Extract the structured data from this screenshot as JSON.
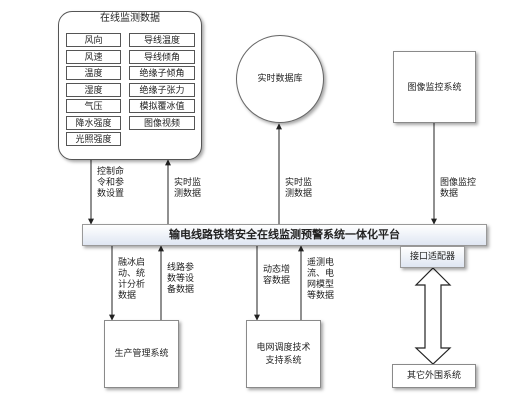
{
  "monitor_box": {
    "title": "在线监测数据",
    "items_left": [
      "风向",
      "风速",
      "温度",
      "湿度",
      "气压",
      "降水强度",
      "光照强度"
    ],
    "items_right": [
      "导线温度",
      "导线倾角",
      "绝缘子倾角",
      "绝缘子张力",
      "模拟覆冰值",
      "图像视频"
    ]
  },
  "realtime_db": {
    "label": "实时数据库"
  },
  "image_system": {
    "label": "图像监控系统"
  },
  "platform": {
    "label": "输电线路铁塔安全在线监测预警系统一体化平台"
  },
  "adapter": {
    "label": "接口适配器"
  },
  "production": {
    "label": "生产管理系统"
  },
  "grid_dispatch": {
    "label_line1": "电网调度技术",
    "label_line2": "支持系统"
  },
  "other_system": {
    "label": "其它外围系统"
  },
  "arrow_labels": {
    "control": [
      "控制命",
      "令和参",
      "数设置"
    ],
    "realtime_monitor_left": [
      "实时监",
      "测数据"
    ],
    "realtime_monitor_right": [
      "实时监",
      "测数据"
    ],
    "image_monitor": [
      "图像监控",
      "数据"
    ],
    "ice_melt": [
      "融冰启",
      "动、统",
      "计分析",
      "数据"
    ],
    "line_params": [
      "线路参",
      "数等设",
      "备数据"
    ],
    "dynamic_capacity": [
      "动态增",
      "容数据"
    ],
    "telemetry": [
      "遥测电",
      "流、电",
      "网模型",
      "等数据"
    ]
  }
}
